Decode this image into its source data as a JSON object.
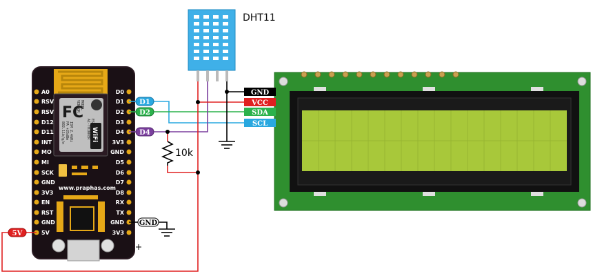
{
  "sensor": {
    "name": "DHT11"
  },
  "resistor": {
    "value": "10k"
  },
  "board": {
    "left_pins": [
      "A0",
      "RSV",
      "RSV",
      "D12",
      "D11",
      "INT",
      "MO",
      "MI",
      "SCK",
      "GND",
      "3V3",
      "EN",
      "RST",
      "GND",
      "5V"
    ],
    "right_pins": [
      "D0",
      "D1",
      "D2",
      "D3",
      "D4",
      "3V3",
      "GND",
      "D5",
      "D6",
      "D7",
      "D8",
      "RX",
      "TX",
      "GND",
      "3V3"
    ],
    "website": "www.praphas.com",
    "fc_logo": "FC",
    "module_text": [
      "MODEL",
      "VENDOR",
      "ESP8266MOD",
      "AI-THINKER",
      "ISM 2.4GHz",
      "PA +25dBm",
      "802.11b/g/n"
    ],
    "wifi_label": "WiFi"
  },
  "tags": {
    "d1": "D1",
    "d2": "D2",
    "d4": "D4",
    "gnd_board": "GND",
    "v5": "5V",
    "lcd_gnd": "GND",
    "lcd_vcc": "VCC",
    "lcd_sda": "SDA",
    "lcd_scl": "SCL"
  },
  "colors": {
    "d1": "#29a8e0",
    "d2": "#2bb24c",
    "d4": "#7b3f9e",
    "power": "#e02020",
    "ground": "#000000",
    "lcd_pcb": "#2f8f2f",
    "lcd_screen": "#a8c83a",
    "sensor": "#3fb0e8"
  }
}
